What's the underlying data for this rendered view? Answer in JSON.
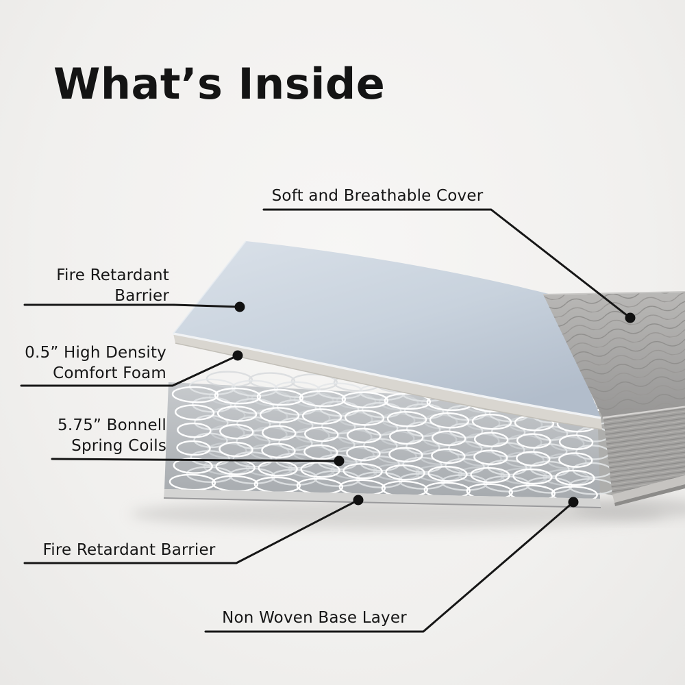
{
  "page": {
    "title": "What’s Inside"
  },
  "callouts": {
    "cover": {
      "label": "Soft and Breathable Cover"
    },
    "fire_top": {
      "line1": "Fire Retardant",
      "line2": "Barrier"
    },
    "foam": {
      "line1": "0.5” High Density",
      "line2": "Comfort Foam"
    },
    "coils": {
      "line1": "5.75” Bonnell",
      "line2": "Spring Coils"
    },
    "fire_bottom": {
      "label": "Fire Retardant Barrier"
    },
    "base": {
      "label": "Non Woven Base Layer"
    }
  },
  "colors": {
    "background": "#f1f0ee",
    "callout_line": "#161616",
    "cover_sheet": "#ccd6e1",
    "foam_edge": "#d9d6d0",
    "coil_wire": "#ffffff",
    "quilted_cover": "#a9a8a6",
    "title_text": "#141414"
  }
}
